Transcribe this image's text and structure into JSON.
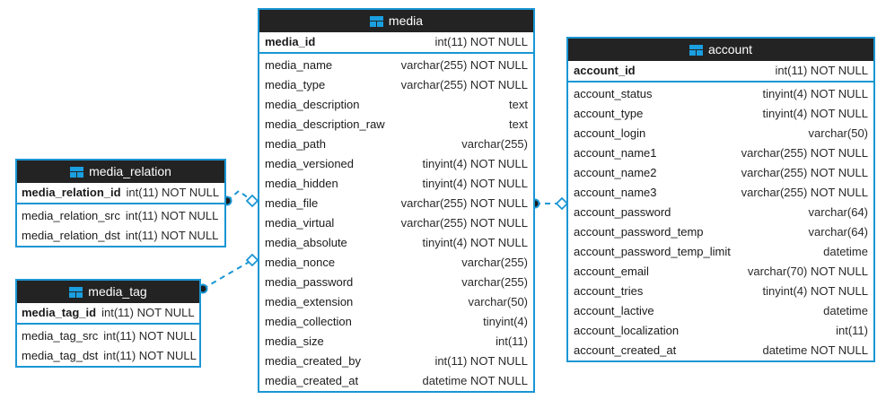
{
  "diagram": {
    "kind": "database-er-diagram",
    "colors": {
      "accent": "#1a96d4",
      "header_bg": "#232323",
      "header_text": "#ffffff",
      "icon": "#1a9fe0",
      "background": "#ffffff",
      "text": "#1a1a1a"
    },
    "table_icon_name": "table-icon"
  },
  "tables": [
    {
      "name": "media_relation",
      "primary_key": {
        "field": "media_relation_id",
        "type": "int(11) NOT NULL"
      },
      "fields": [
        {
          "field": "media_relation_src",
          "type": "int(11) NOT NULL"
        },
        {
          "field": "media_relation_dst",
          "type": "int(11) NOT NULL"
        }
      ]
    },
    {
      "name": "media_tag",
      "primary_key": {
        "field": "media_tag_id",
        "type": "int(11) NOT NULL"
      },
      "fields": [
        {
          "field": "media_tag_src",
          "type": "int(11) NOT NULL"
        },
        {
          "field": "media_tag_dst",
          "type": "int(11) NOT NULL"
        }
      ]
    },
    {
      "name": "media",
      "primary_key": {
        "field": "media_id",
        "type": "int(11) NOT NULL"
      },
      "fields": [
        {
          "field": "media_name",
          "type": "varchar(255) NOT NULL"
        },
        {
          "field": "media_type",
          "type": "varchar(255) NOT NULL"
        },
        {
          "field": "media_description",
          "type": "text"
        },
        {
          "field": "media_description_raw",
          "type": "text"
        },
        {
          "field": "media_path",
          "type": "varchar(255)"
        },
        {
          "field": "media_versioned",
          "type": "tinyint(4) NOT NULL"
        },
        {
          "field": "media_hidden",
          "type": "tinyint(4) NOT NULL"
        },
        {
          "field": "media_file",
          "type": "varchar(255) NOT NULL"
        },
        {
          "field": "media_virtual",
          "type": "varchar(255) NOT NULL"
        },
        {
          "field": "media_absolute",
          "type": "tinyint(4) NOT NULL"
        },
        {
          "field": "media_nonce",
          "type": "varchar(255)"
        },
        {
          "field": "media_password",
          "type": "varchar(255)"
        },
        {
          "field": "media_extension",
          "type": "varchar(50)"
        },
        {
          "field": "media_collection",
          "type": "tinyint(4)"
        },
        {
          "field": "media_size",
          "type": "int(11)"
        },
        {
          "field": "media_created_by",
          "type": "int(11) NOT NULL"
        },
        {
          "field": "media_created_at",
          "type": "datetime NOT NULL"
        }
      ]
    },
    {
      "name": "account",
      "primary_key": {
        "field": "account_id",
        "type": "int(11) NOT NULL"
      },
      "fields": [
        {
          "field": "account_status",
          "type": "tinyint(4) NOT NULL"
        },
        {
          "field": "account_type",
          "type": "tinyint(4) NOT NULL"
        },
        {
          "field": "account_login",
          "type": "varchar(50)"
        },
        {
          "field": "account_name1",
          "type": "varchar(255) NOT NULL"
        },
        {
          "field": "account_name2",
          "type": "varchar(255) NOT NULL"
        },
        {
          "field": "account_name3",
          "type": "varchar(255) NOT NULL"
        },
        {
          "field": "account_password",
          "type": "varchar(64)"
        },
        {
          "field": "account_password_temp",
          "type": "varchar(64)"
        },
        {
          "field": "account_password_temp_limit",
          "type": "datetime"
        },
        {
          "field": "account_email",
          "type": "varchar(70) NOT NULL"
        },
        {
          "field": "account_tries",
          "type": "tinyint(4) NOT NULL"
        },
        {
          "field": "account_lactive",
          "type": "datetime"
        },
        {
          "field": "account_localization",
          "type": "int(11)"
        },
        {
          "field": "account_created_at",
          "type": "datetime NOT NULL"
        }
      ]
    }
  ],
  "relationships": [
    {
      "from": "media_relation",
      "to": "media",
      "style": "dashed",
      "from_marker": "filled-dot",
      "to_marker": "open-diamond"
    },
    {
      "from": "media_tag",
      "to": "media",
      "style": "dashed",
      "from_marker": "filled-dot",
      "to_marker": "open-diamond"
    },
    {
      "from": "media",
      "to": "account",
      "style": "dashed",
      "from_marker": "filled-dot",
      "to_marker": "open-diamond"
    }
  ]
}
